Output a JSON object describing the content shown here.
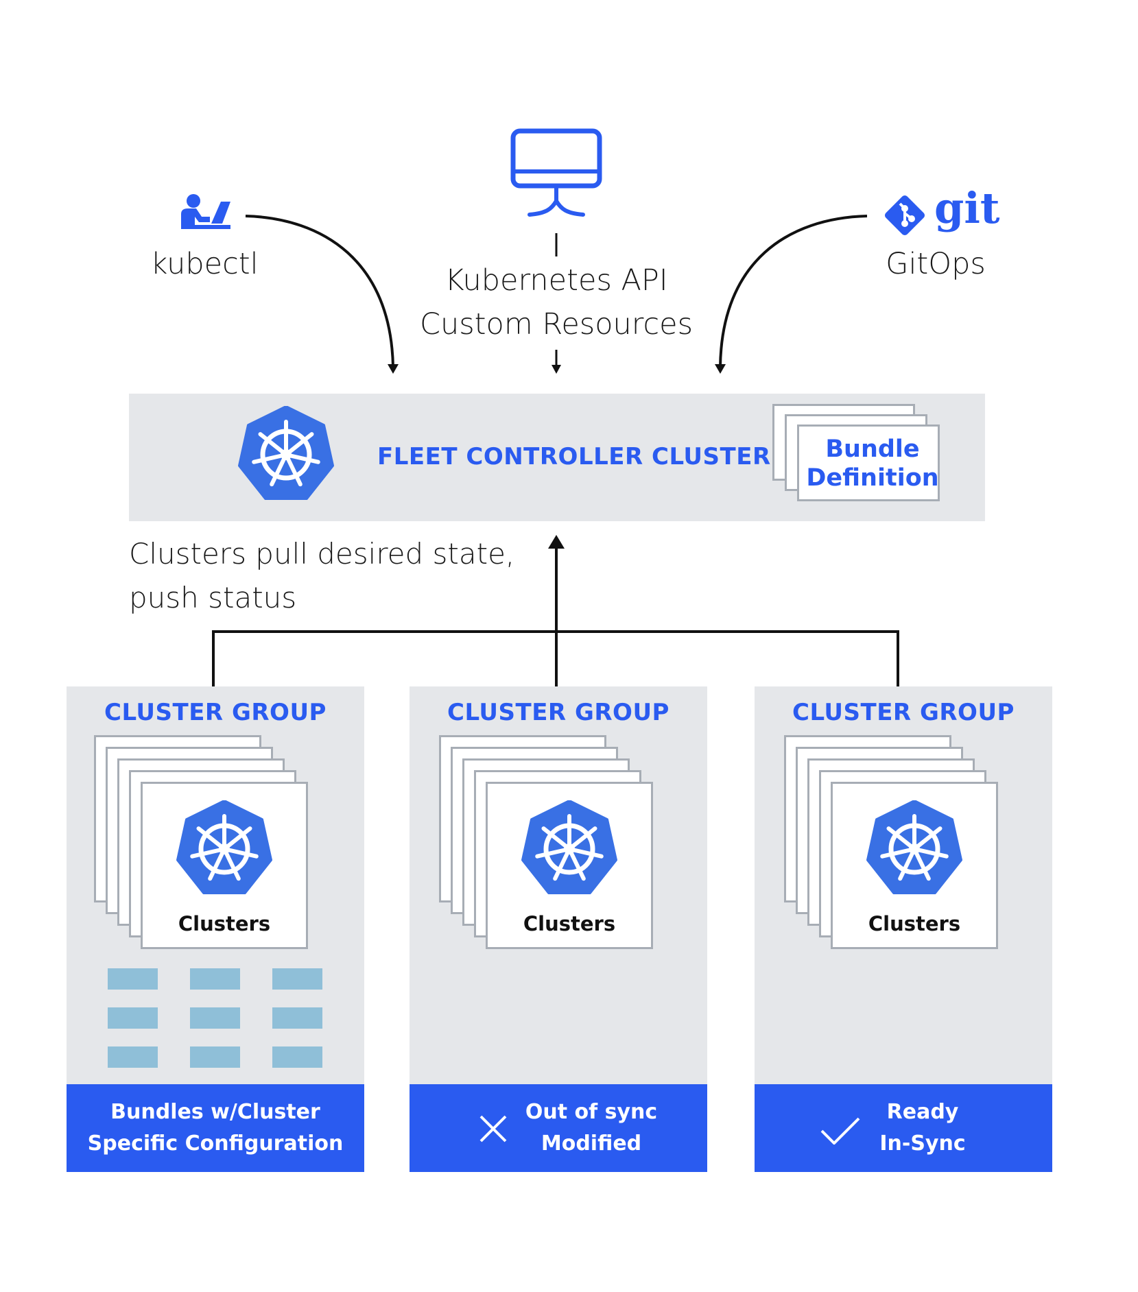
{
  "sources": {
    "kubectl": "kubectl",
    "api_line1": "Kubernetes API",
    "api_line2": "Custom Resources",
    "gitops": "GitOps",
    "git_logo_text": "git"
  },
  "controller": {
    "title": "FLEET CONTROLLER CLUSTER",
    "bundle_line1": "Bundle",
    "bundle_line2": "Definition"
  },
  "note": {
    "line1": "Clusters pull desired state,",
    "line2": "push status"
  },
  "groups": [
    {
      "title": "CLUSTER GROUP",
      "clusters_label": "Clusters",
      "status_line1": "Bundles w/Cluster",
      "status_line2": "Specific Configuration",
      "status_icon": "none"
    },
    {
      "title": "CLUSTER GROUP",
      "clusters_label": "Clusters",
      "status_line1": "Out of sync",
      "status_line2": "Modified",
      "status_icon": "x-icon"
    },
    {
      "title": "CLUSTER GROUP",
      "clusters_label": "Clusters",
      "status_line1": "Ready",
      "status_line2": "In-Sync",
      "status_icon": "check-icon"
    }
  ],
  "colors": {
    "accent_blue": "#2a5bf0",
    "kubernetes_blue": "#3970e4",
    "panel_gray": "#e5e7ea",
    "bundle_cell": "#8fbfd8"
  }
}
